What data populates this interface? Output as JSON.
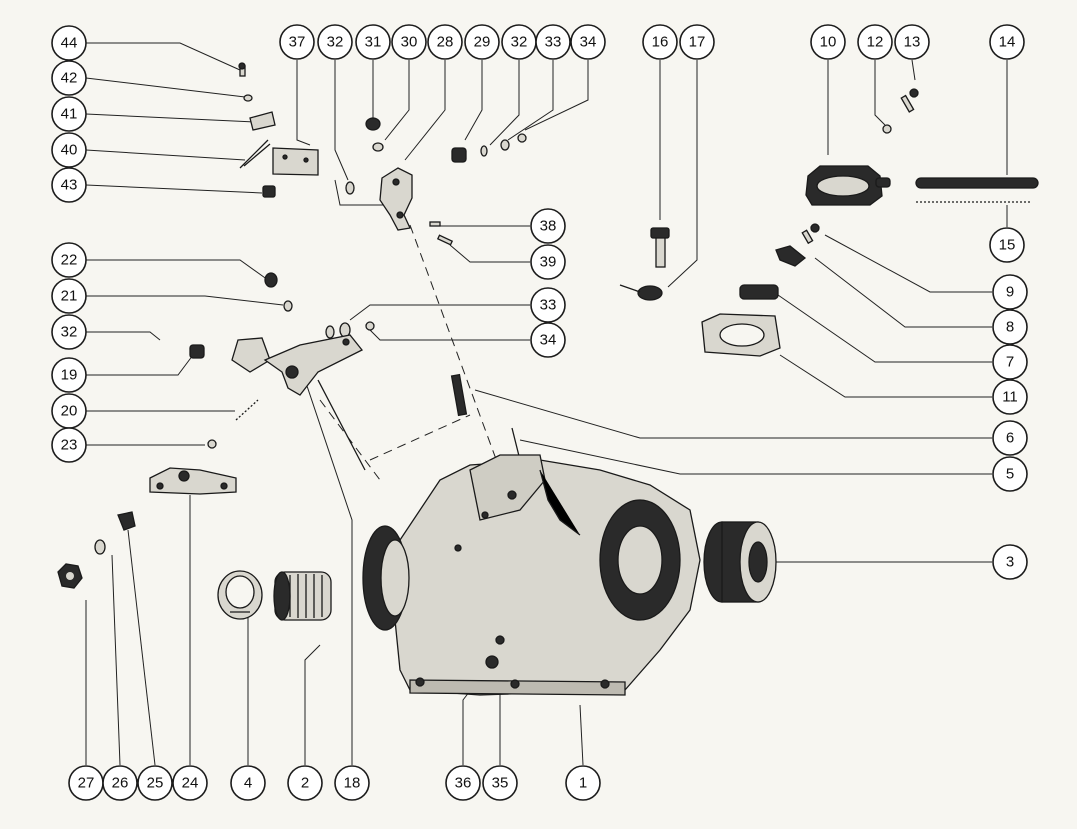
{
  "colors": {
    "paper": "#f7f6f1",
    "ink": "#1a1a1a",
    "callout_fill": "#ffffff"
  },
  "callouts": {
    "c44": "44",
    "c42": "42",
    "c41": "41",
    "c40": "40",
    "c43": "43",
    "c37": "37",
    "c32a": "32",
    "c31": "31",
    "c30": "30",
    "c28": "28",
    "c29": "29",
    "c32b": "32",
    "c33a": "33",
    "c34a": "34",
    "c16": "16",
    "c17": "17",
    "c10": "10",
    "c12": "12",
    "c13": "13",
    "c14": "14",
    "c38": "38",
    "c39": "39",
    "c15": "15",
    "c22": "22",
    "c21": "21",
    "c32c": "32",
    "c19": "19",
    "c20": "20",
    "c23": "23",
    "c33b": "33",
    "c34b": "34",
    "c9": "9",
    "c8": "8",
    "c7": "7",
    "c11": "11",
    "c6": "6",
    "c5": "5",
    "c3": "3",
    "c27": "27",
    "c26": "26",
    "c25": "25",
    "c24": "24",
    "c4": "4",
    "c2": "2",
    "c18": "18",
    "c36": "36",
    "c35": "35",
    "c1": "1"
  }
}
